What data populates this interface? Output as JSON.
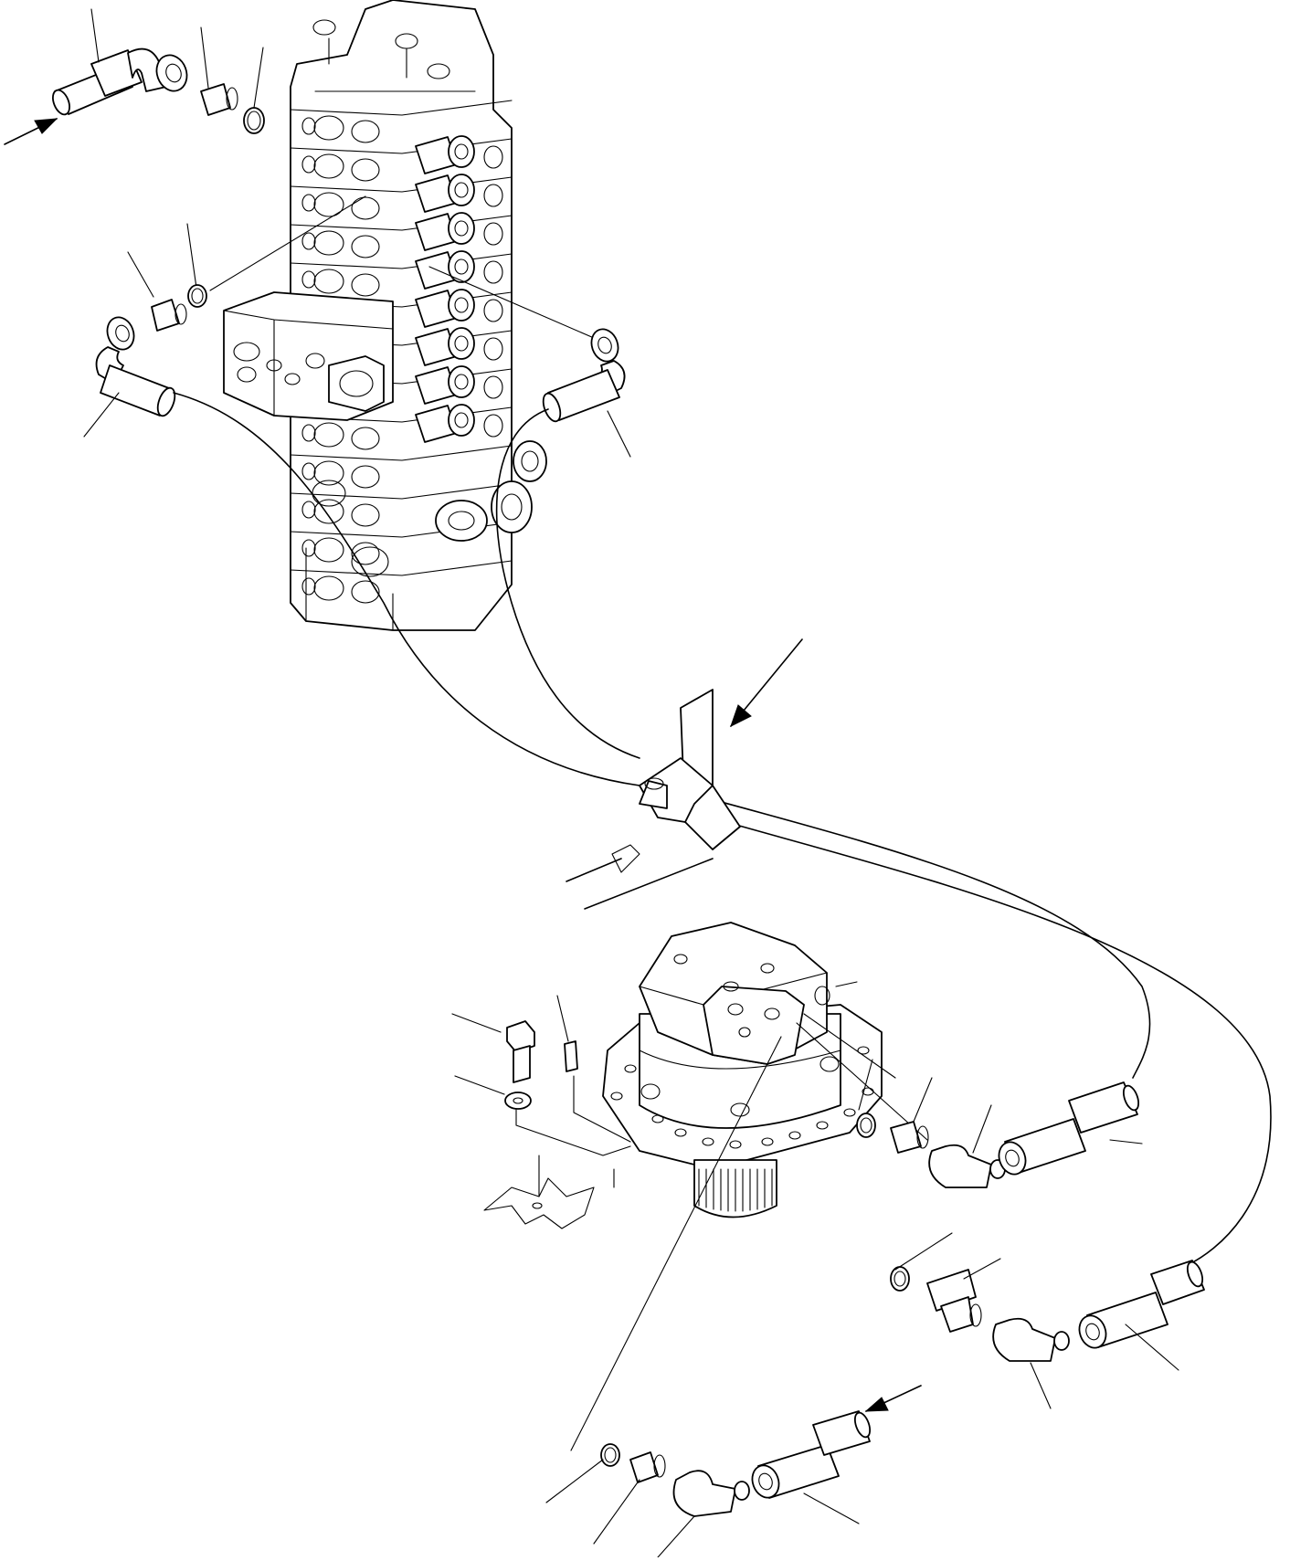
{
  "figure": {
    "kind": "exploded-parts-diagram",
    "printed_text": []
  },
  "assemblies": {
    "control_valve": "control-valve",
    "clamp_bracket": "hose-clamp-bracket",
    "swing_motor": "swing-motor"
  },
  "colors": {
    "ink": "#000000",
    "paper": "#ffffff"
  }
}
